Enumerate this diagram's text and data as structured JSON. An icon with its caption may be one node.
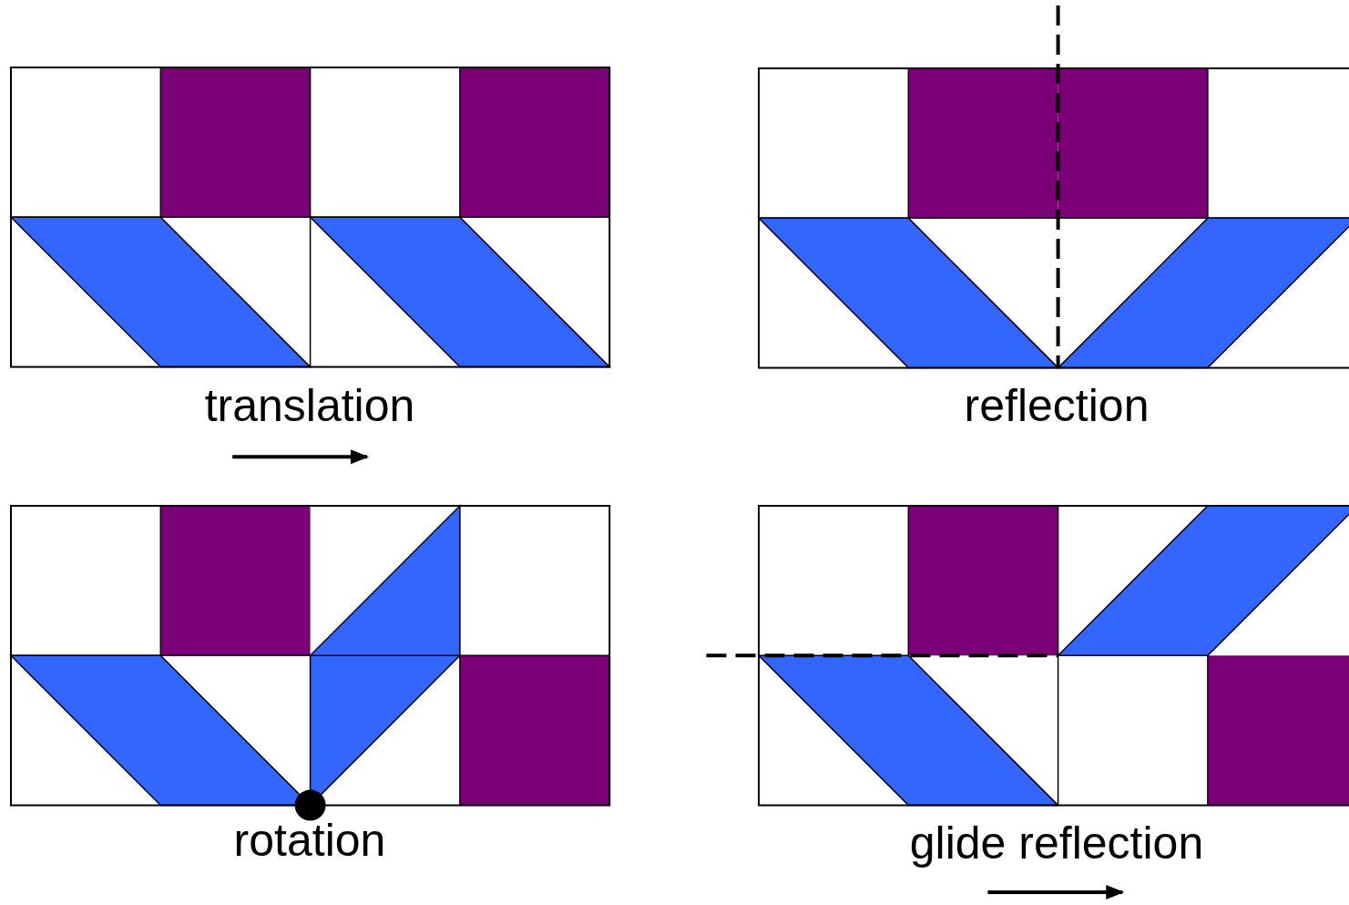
{
  "diagram": {
    "labels": [
      "translation",
      "reflection",
      "rotation",
      "glide reflection"
    ]
  }
}
